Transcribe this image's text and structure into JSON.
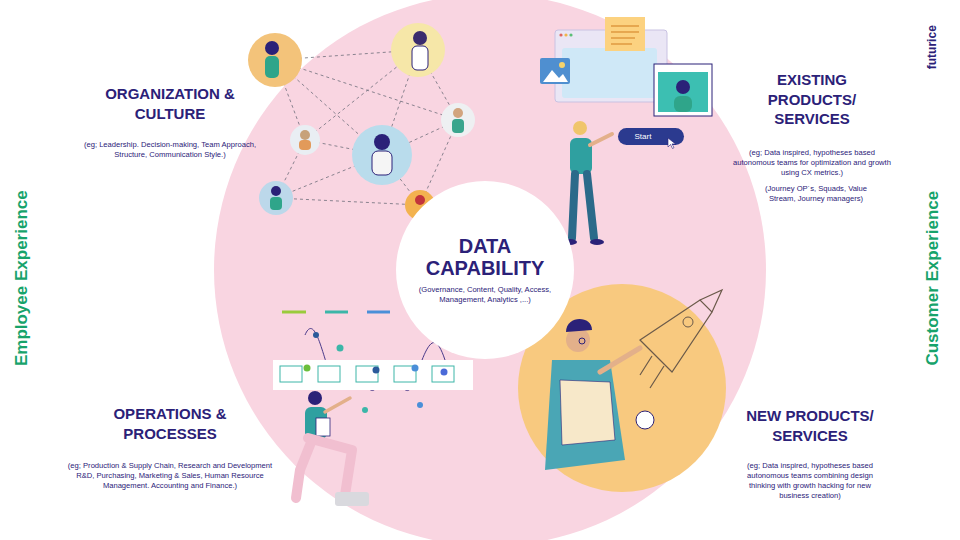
{
  "diagram": {
    "nodes": [
      {
        "text": [
          "DATA CAPABILITY",
          "(Governance, Content, Quality, Access, Management, Analytics ,...)"
        ]
      }
    ],
    "labels": [
      "Employee Experience",
      "ORGANIZATION & CULTURE",
      "(eg; Leadership. Decision-making, Team Approach, Structure, Communication Style.)",
      "EXISTING PRODUCTS/ SERVICES",
      "(eg; Data inspired, hypotheses based autonomous teams for optimization and growth using CX metrics.)",
      "(Journey OP´s, Squads, Value Stream, Journey managers)",
      "futurice",
      "Start",
      "OPERATIONS & PROCESSES",
      "(eg; Production & Supply Chain, Research and Development R&D, Purchasing, Marketing & Sales, Human Resource Management. Accounting and Finance.)",
      "NEW PRODUCTS/ SERVICES",
      "(eg; Data inspired, hypotheses based autonomous teams combining design thinking with growth hacking for new business creation)",
      "Customer Experience"
    ]
  }
}
